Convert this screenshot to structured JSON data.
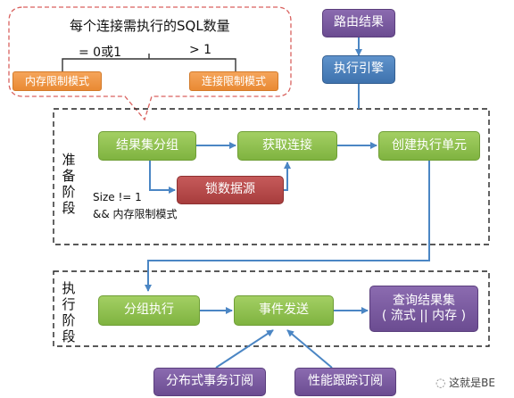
{
  "callout": {
    "title": "每个连接需执行的SQL数量",
    "left_cond": "= 0或1",
    "right_cond": "> 1",
    "left_box": "内存限制模式",
    "right_box": "连接限制模式"
  },
  "top": {
    "route_result": "路由结果",
    "engine": "执行引擎"
  },
  "prepare": {
    "stage_label": [
      "准",
      "备",
      "阶",
      "段"
    ],
    "group": "结果集分组",
    "acquire": "获取连接",
    "create_unit": "创建执行单元",
    "lock": "锁数据源",
    "condition_line1": "Size != 1",
    "condition_line2": "&& 内存限制模式"
  },
  "execute": {
    "stage_label": [
      "执",
      "行",
      "阶",
      "段"
    ],
    "group_exec": "分组执行",
    "event_send": "事件发送",
    "result_line1": "查询结果集",
    "result_line2": "( 流式 || 内存 )",
    "dist_tx": "分布式事务订阅",
    "perf_trace": "性能跟踪订阅"
  },
  "watermark": "这就是BE",
  "colors": {
    "green": "#8cbf4f",
    "purple": "#6f4f96",
    "blue": "#4a7fbd",
    "red": "#b34848",
    "orange": "#f0963f",
    "arrow": "#4b86c4",
    "dashed_red": "#d9625f"
  }
}
